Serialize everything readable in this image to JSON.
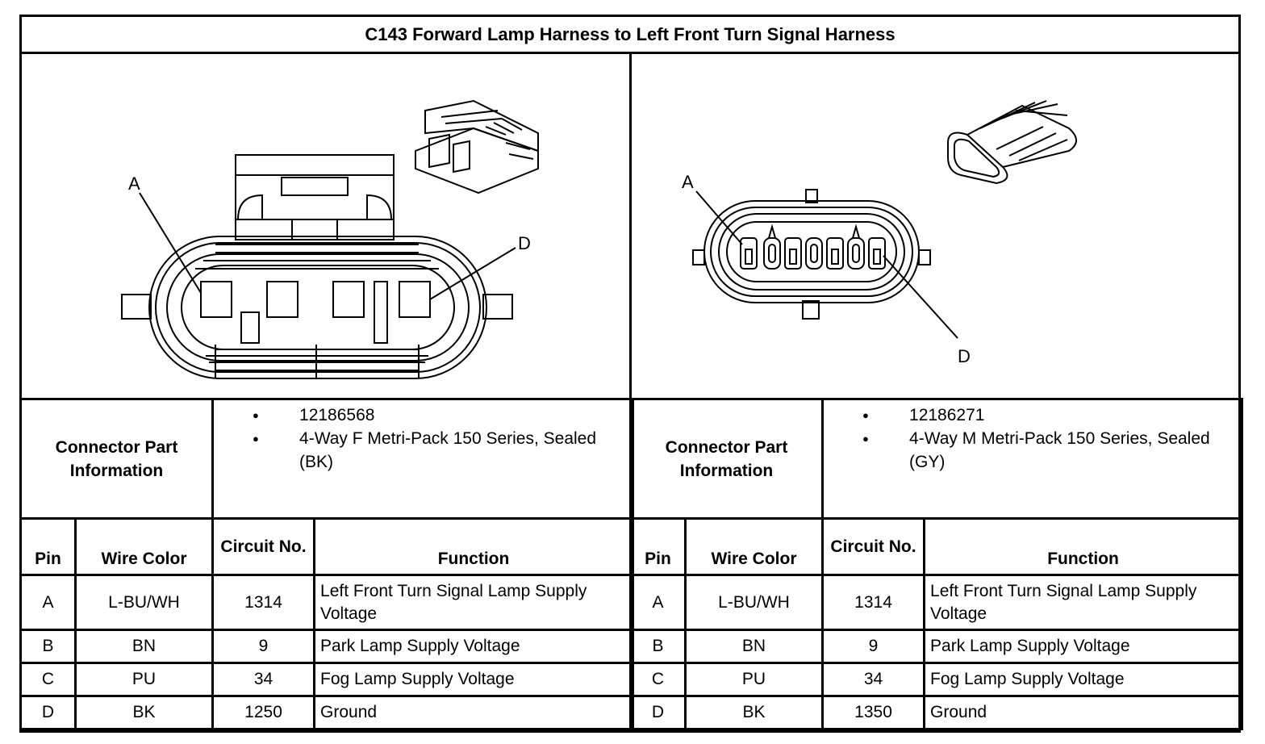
{
  "title": "C143 Forward Lamp Harness to Left Front Turn Signal Harness",
  "left": {
    "diagram": {
      "label_a": "A",
      "label_d": "D"
    },
    "connector_info_label": "Connector Part Information",
    "part_info": [
      "12186568",
      "4-Way F Metri-Pack 150 Series, Sealed (BK)"
    ],
    "headers": {
      "pin": "Pin",
      "wire_color": "Wire Color",
      "circuit": "Circuit No.",
      "function": "Function"
    },
    "rows": [
      {
        "pin": "A",
        "wire_color": "L-BU/WH",
        "circuit": "1314",
        "function": "Left Front Turn Signal Lamp Supply Voltage"
      },
      {
        "pin": "B",
        "wire_color": "BN",
        "circuit": "9",
        "function": "Park Lamp Supply Voltage"
      },
      {
        "pin": "C",
        "wire_color": "PU",
        "circuit": "34",
        "function": "Fog Lamp Supply Voltage"
      },
      {
        "pin": "D",
        "wire_color": "BK",
        "circuit": "1250",
        "function": "Ground"
      }
    ]
  },
  "right": {
    "diagram": {
      "label_a": "A",
      "label_d": "D"
    },
    "connector_info_label": "Connector Part Information",
    "part_info": [
      "12186271",
      "4-Way M Metri-Pack 150 Series, Sealed (GY)"
    ],
    "headers": {
      "pin": "Pin",
      "wire_color": "Wire Color",
      "circuit": "Circuit No.",
      "function": "Function"
    },
    "rows": [
      {
        "pin": "A",
        "wire_color": "L-BU/WH",
        "circuit": "1314",
        "function": "Left Front Turn Signal Lamp Supply Voltage"
      },
      {
        "pin": "B",
        "wire_color": "BN",
        "circuit": "9",
        "function": "Park Lamp Supply Voltage"
      },
      {
        "pin": "C",
        "wire_color": "PU",
        "circuit": "34",
        "function": "Fog Lamp Supply Voltage"
      },
      {
        "pin": "D",
        "wire_color": "BK",
        "circuit": "1350",
        "function": "Ground"
      }
    ]
  }
}
